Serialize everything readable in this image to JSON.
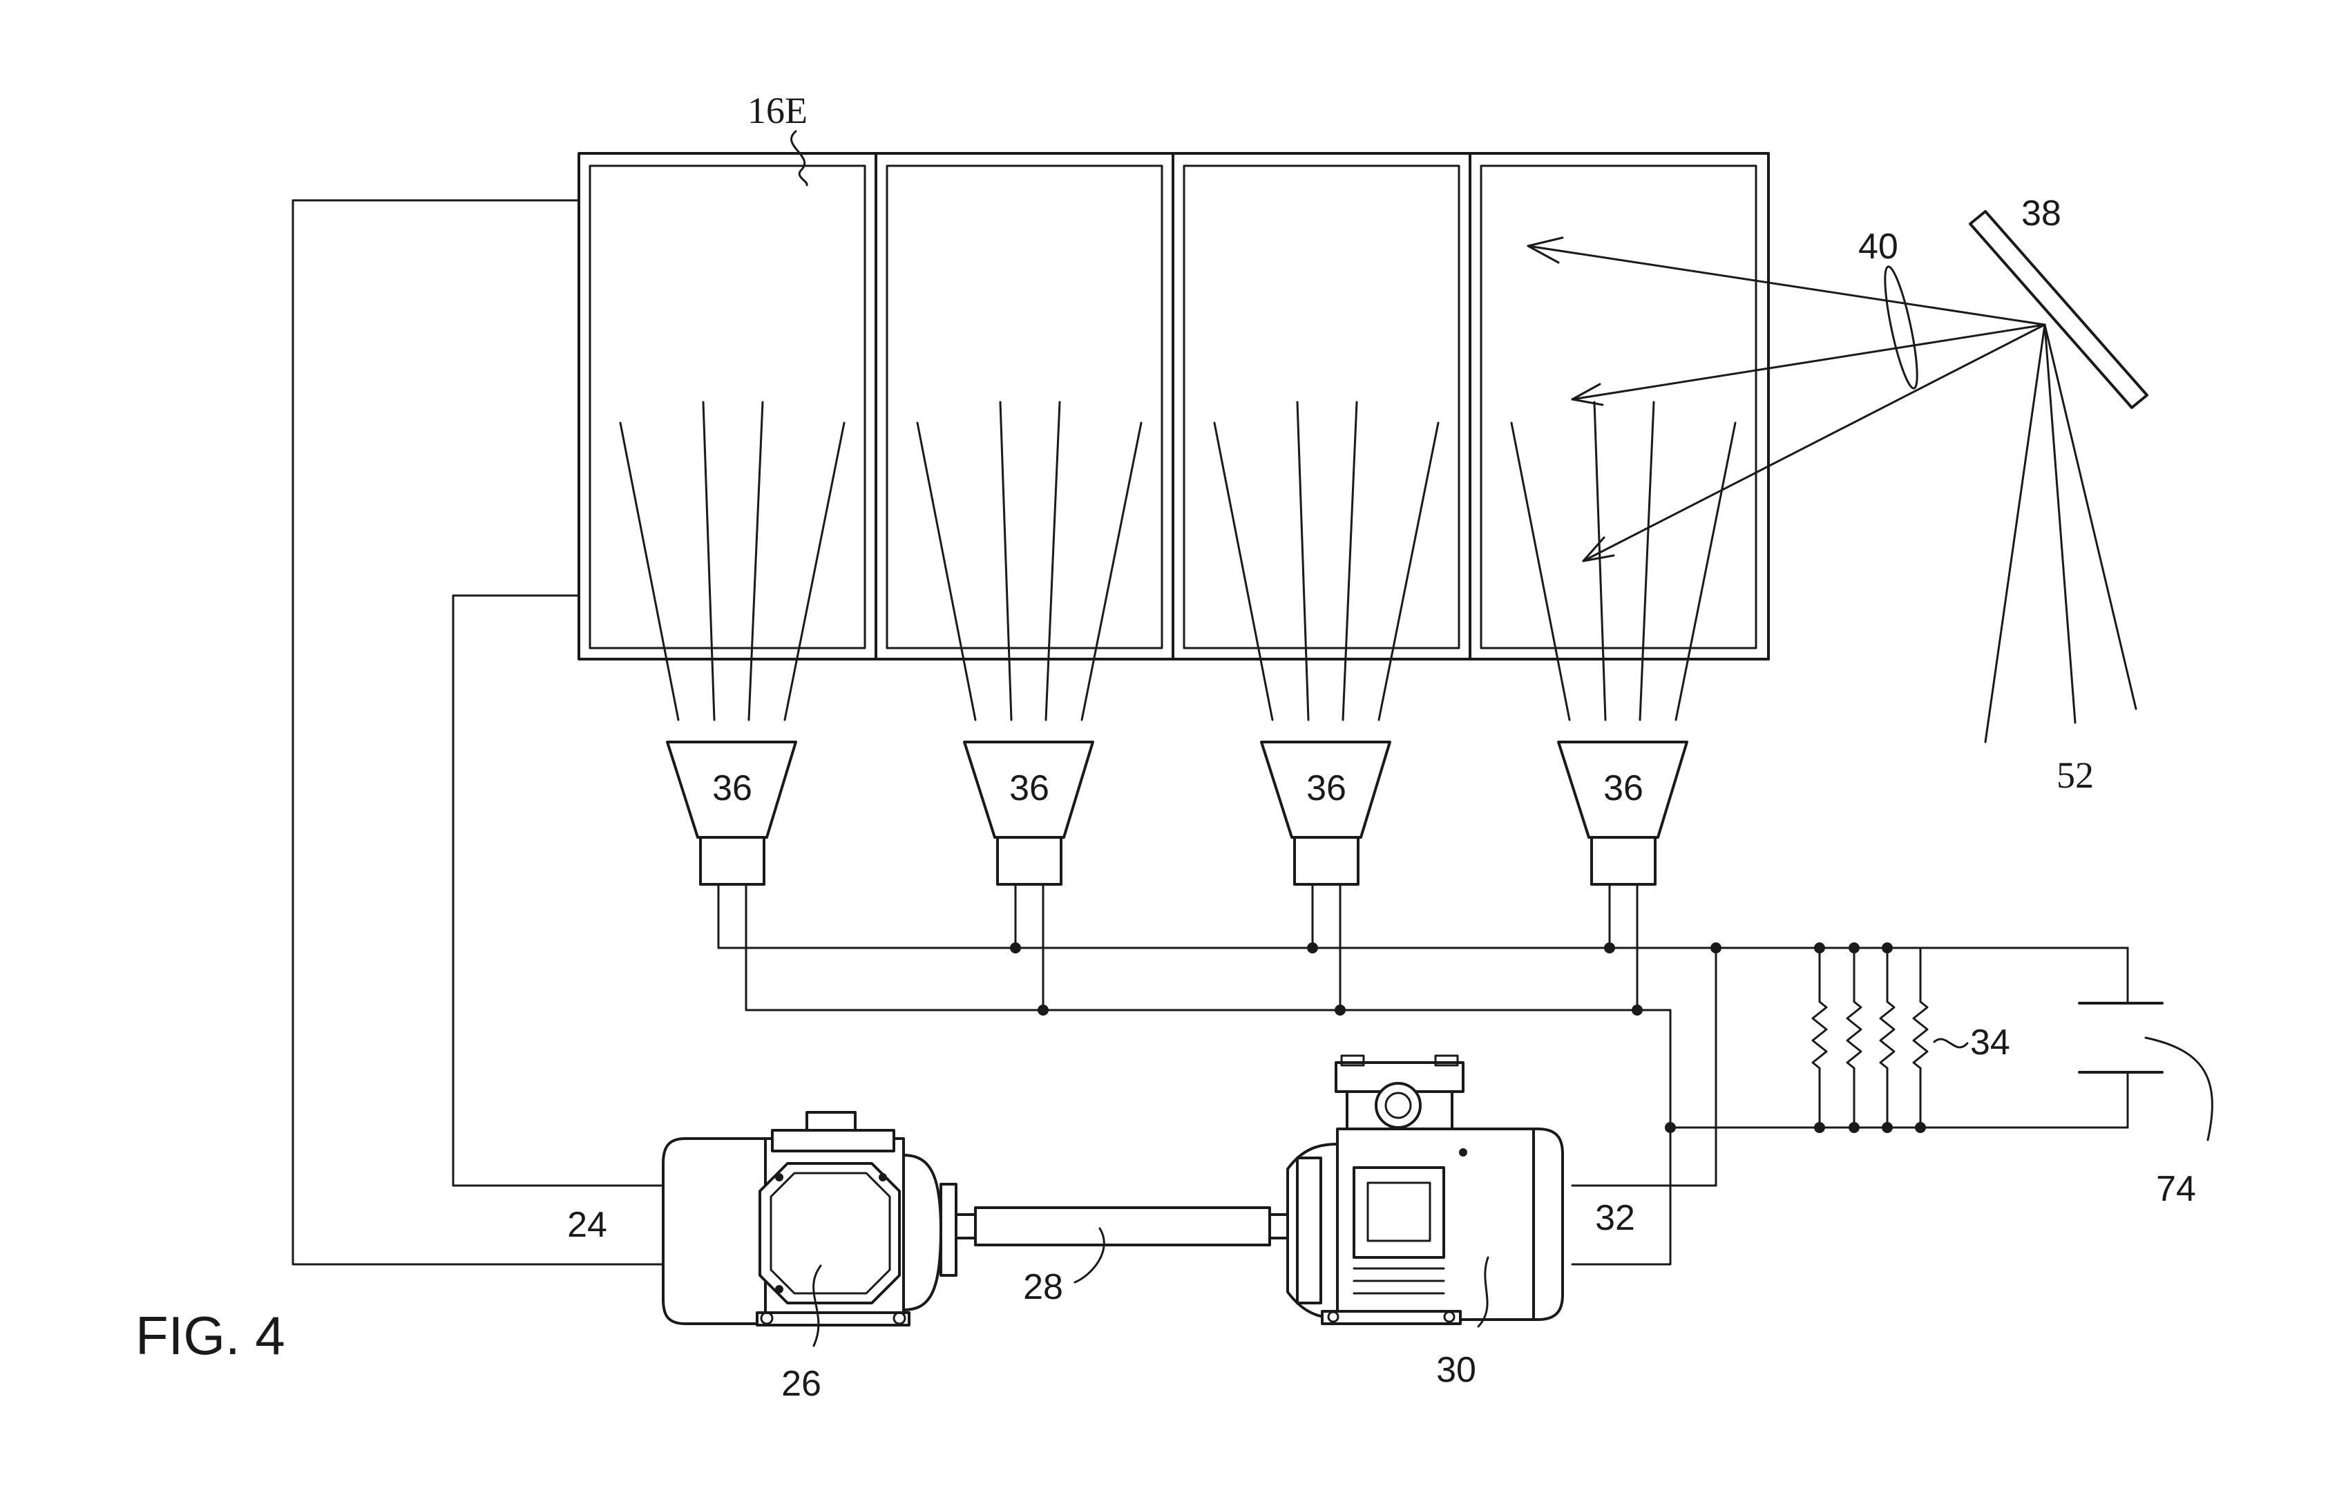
{
  "figure_label": "FIG. 4",
  "labels": {
    "panel_array": "16E",
    "generator_left": "24",
    "motor_left": "26",
    "shaft": "28",
    "motor_right": "30",
    "generator_right": "32",
    "resistors": "34",
    "receivers": [
      "36",
      "36",
      "36",
      "36"
    ],
    "mirror": "38",
    "lens": "40",
    "light_source": "52",
    "battery": "74"
  }
}
